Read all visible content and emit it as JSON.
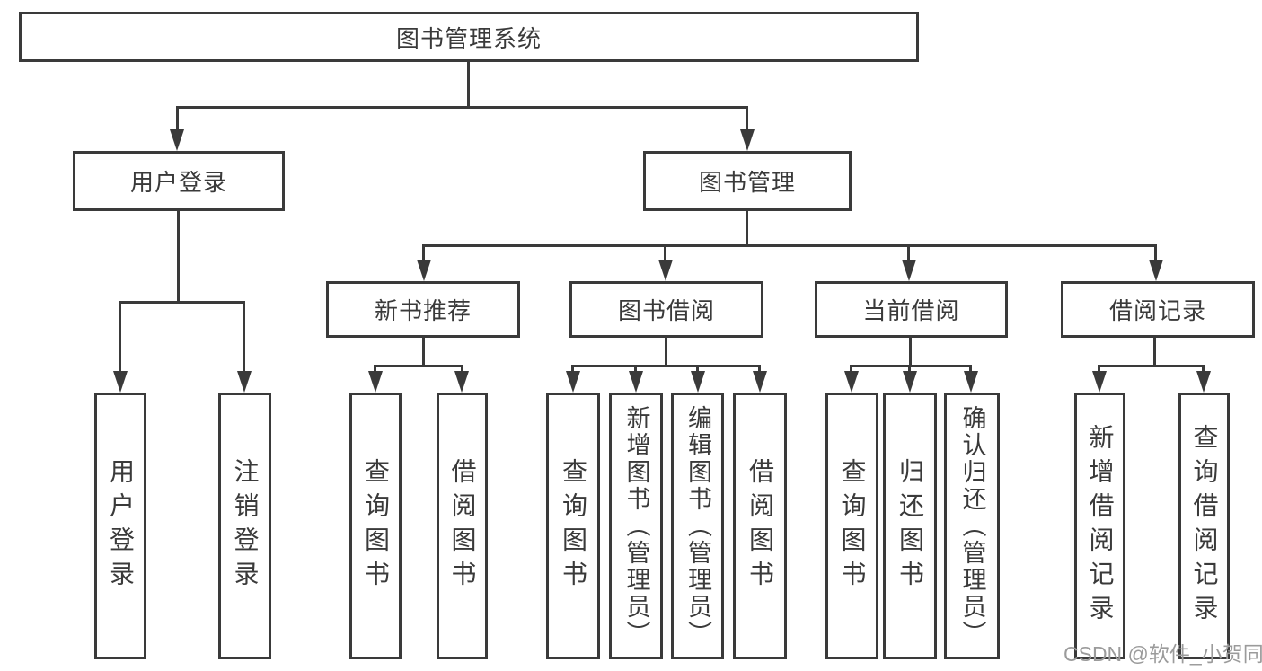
{
  "diagram": {
    "title": "图书管理系统",
    "level2": [
      {
        "label": "用户登录"
      },
      {
        "label": "图书管理"
      }
    ],
    "level3": [
      {
        "label": "新书推荐",
        "parent": "图书管理"
      },
      {
        "label": "图书借阅",
        "parent": "图书管理"
      },
      {
        "label": "当前借阅",
        "parent": "图书管理"
      },
      {
        "label": "借阅记录",
        "parent": "图书管理"
      }
    ],
    "leaves": [
      {
        "label": "用户登录",
        "parent": "用户登录"
      },
      {
        "label": "注销登录",
        "parent": "用户登录"
      },
      {
        "label": "查询图书",
        "parent": "新书推荐"
      },
      {
        "label": "借阅图书",
        "parent": "新书推荐"
      },
      {
        "label": "查询图书",
        "parent": "图书借阅"
      },
      {
        "label": "新增图书（管理员）",
        "parent": "图书借阅"
      },
      {
        "label": "编辑图书（管理员）",
        "parent": "图书借阅"
      },
      {
        "label": "借阅图书",
        "parent": "图书借阅"
      },
      {
        "label": "查询图书",
        "parent": "当前借阅"
      },
      {
        "label": "归还图书",
        "parent": "当前借阅"
      },
      {
        "label": "确认归还（管理员）",
        "parent": "当前借阅"
      },
      {
        "label": "新增借阅记录",
        "parent": "借阅记录"
      },
      {
        "label": "查询借阅记录",
        "parent": "借阅记录"
      }
    ]
  },
  "watermark": {
    "text": "CSDN @软件_小贺同学"
  },
  "colors": {
    "line": "#3a3a3a",
    "text": "#3a3a3a",
    "background": "#ffffff",
    "watermark": "#9b9b9b"
  }
}
